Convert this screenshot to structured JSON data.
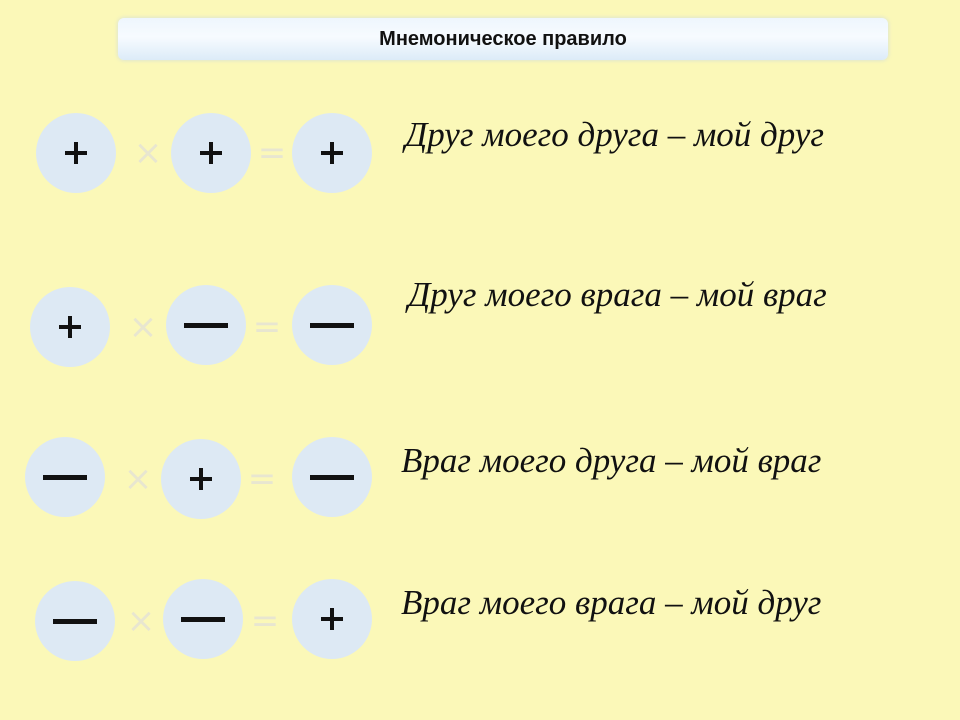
{
  "title": "Мнемоническое правило",
  "operators": {
    "times": "×",
    "equals": "="
  },
  "rules": [
    {
      "a": "plus",
      "b": "plus",
      "result": "plus",
      "text": "Друг моего друга – мой друг"
    },
    {
      "a": "plus",
      "b": "minus",
      "result": "minus",
      "text": "Друг моего врага – мой враг"
    },
    {
      "a": "minus",
      "b": "plus",
      "result": "minus",
      "text": "Враг моего друга – мой враг"
    },
    {
      "a": "minus",
      "b": "minus",
      "result": "plus",
      "text": "Враг моего врага – мой друг"
    }
  ]
}
